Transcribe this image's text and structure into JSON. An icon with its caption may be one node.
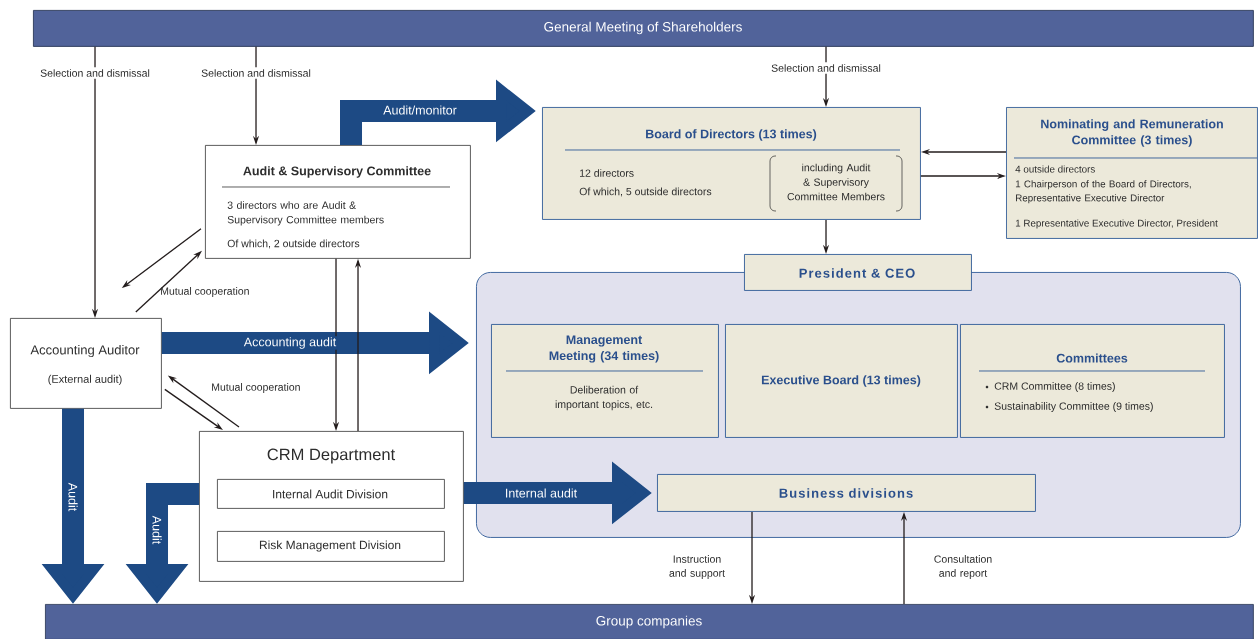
{
  "diagram": {
    "nodes": [
      {
        "text": [
          "General Meeting of Shareholders"
        ]
      },
      {
        "text": [
          "Audit & Supervisory Committee",
          "3 directors who are Audit & Supervisory Committee members",
          "Of which, 2 outside directors"
        ]
      },
      {
        "text": [
          "Board of Directors (13 times)",
          "12 directors",
          "Of which, 5 outside directors",
          "including Audit & Supervisory Committee Members"
        ]
      },
      {
        "text": [
          "Nominating and Remuneration Committee (3 times)",
          "4 outside directors",
          "1 Chairperson of the Board of Directors, Representative Executive Director",
          "1 Representative Executive Director, President"
        ]
      },
      {
        "text": [
          "President & CEO"
        ]
      },
      {
        "text": [],
        "shape": "box"
      },
      {
        "text": [
          "Management Meeting (34 times)",
          "Deliberation of important topics, etc."
        ],
        "in": 5
      },
      {
        "text": [
          "Executive Board (13 times)"
        ],
        "in": 5
      },
      {
        "text": [
          "Committees",
          "CRM Committee (8 times)",
          "Sustainability Committee (9 times)"
        ],
        "in": 5
      },
      {
        "text": [
          "Business divisions"
        ],
        "in": 5
      },
      {
        "text": [
          "Accounting Auditor",
          "(External audit)"
        ]
      },
      {
        "text": [
          "CRM Department"
        ]
      },
      {
        "text": [
          "Internal Audit Division"
        ],
        "in": 11
      },
      {
        "text": [
          "Risk Management Division"
        ],
        "in": 11
      },
      {
        "text": [
          "Group companies"
        ]
      }
    ],
    "edges": [
      {
        "from": 0,
        "to": 10,
        "arrow": "to",
        "label": "Selection and dismissal"
      },
      {
        "from": 0,
        "to": 1,
        "arrow": "to",
        "label": "Selection and dismissal"
      },
      {
        "from": 0,
        "to": 2,
        "arrow": "to",
        "label": "Selection and dismissal"
      },
      {
        "from": 1,
        "to": 2,
        "arrow": "to",
        "label": "Audit/monitor",
        "style": "thick",
        "color": "#1d4a84"
      },
      {
        "from": 3,
        "to": 2,
        "arrow": "to"
      },
      {
        "from": 2,
        "to": 3,
        "arrow": "to"
      },
      {
        "from": 2,
        "to": 4,
        "arrow": "to"
      },
      {
        "from": 1,
        "to": 10,
        "arrow": "to"
      },
      {
        "from": 10,
        "to": 1,
        "arrow": "to",
        "label": "Mutual cooperation"
      },
      {
        "from": 10,
        "to": 5,
        "arrow": "to",
        "label": "Accounting audit",
        "style": "thick",
        "color": "#1d4a84"
      },
      {
        "from": 11,
        "to": 10,
        "arrow": "to",
        "label": "Mutual cooperation"
      },
      {
        "from": 10,
        "to": 11,
        "arrow": "to"
      },
      {
        "from": 1,
        "to": 11,
        "arrow": "to"
      },
      {
        "from": 11,
        "to": 1,
        "arrow": "to"
      },
      {
        "from": 10,
        "to": 14,
        "arrow": "to",
        "label": "Audit",
        "style": "thick",
        "color": "#1d4a84"
      },
      {
        "from": 11,
        "to": 14,
        "arrow": "to",
        "label": "Audit",
        "style": "thick",
        "color": "#1d4a84"
      },
      {
        "from": 11,
        "to": 9,
        "arrow": "to",
        "label": "Internal audit",
        "style": "thick",
        "color": "#1d4a84"
      },
      {
        "from": 9,
        "to": 14,
        "arrow": "to",
        "label": "Instruction and support"
      },
      {
        "from": 14,
        "to": 9,
        "arrow": "to",
        "label": "Consultation and report"
      }
    ]
  }
}
